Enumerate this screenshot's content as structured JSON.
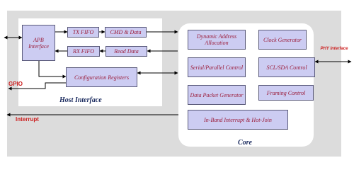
{
  "host": {
    "title": "Host Interface",
    "blocks": {
      "apb": "APB Interface",
      "tx_fifo": "TX FIFO",
      "rx_fifo": "RX FIFO",
      "cmd_data": "CMD & Data",
      "read_data": "Read Data",
      "config": "Configuration Registers"
    }
  },
  "core": {
    "title": "Core",
    "blocks": {
      "dyn_addr": "Dynamic Address Allocation",
      "clock": "Clock Generator",
      "serpar": "Serial/Parallel Control",
      "sclsda": "SCL/SDA Control",
      "packet": "Data Packet Generator",
      "framing": "Framing Control",
      "ibi": "In-Band Interrupt & Hot-Join"
    }
  },
  "signals": {
    "gpio": "GPIO",
    "interrupt": "Interrupt",
    "phy": "PHY Interface"
  },
  "colors": {
    "block_fill": "#ccccf2",
    "block_text": "#9b1c3a",
    "title_text": "#1a2a5e",
    "signal_text": "#cc1e1e",
    "background": "#dcdcdc"
  }
}
